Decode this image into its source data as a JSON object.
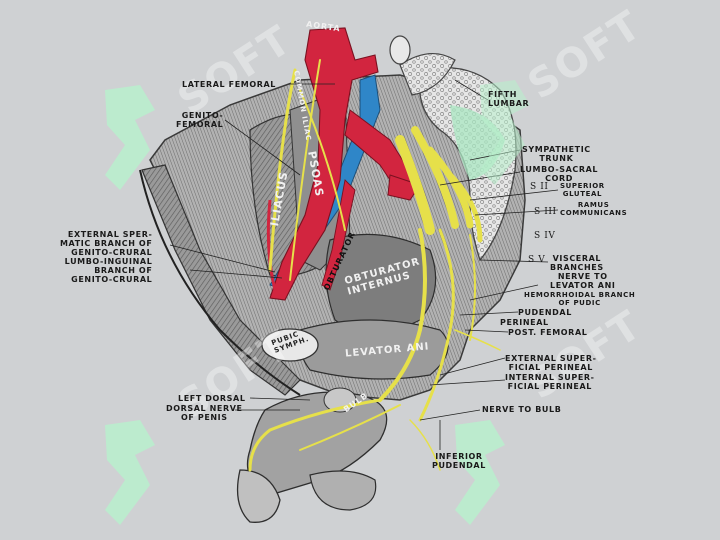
{
  "labels": {
    "lateral_femoral": "LATERAL FEMORAL",
    "genito_femoral_1": "GENITO-",
    "genito_femoral_2": "FEMORAL",
    "ext_sperm_1": "EXTERNAL SPER-",
    "ext_sperm_2": "MATIC BRANCH OF",
    "ext_sperm_3": "GENITO-CRURAL",
    "lumbo_ing_1": "LUMBO-INGUINAL",
    "lumbo_ing_2": "BRANCH OF",
    "lumbo_ing_3": "GENITO-CRURAL",
    "left_dorsal": "LEFT DORSAL",
    "dorsal_nerve_1": "DORSAL NERVE",
    "dorsal_nerve_2": "OF PENIS",
    "fifth_lumbar_1": "FIFTH",
    "fifth_lumbar_2": "LUMBAR",
    "sympathetic_1": "SYMPATHETIC",
    "sympathetic_2": "TRUNK",
    "lumbosacral_1": "LUMBO-SACRAL",
    "lumbosacral_2": "CORD",
    "superior_gluteal_1": "SUPERIOR",
    "superior_gluteal_2": "GLUTEAL",
    "ramus_1": "RAMUS",
    "ramus_2": "COMMUNICANS",
    "visceral_1": "VISCERAL",
    "visceral_2": "BRANCHES",
    "nerve_levator_1": "NERVE TO",
    "nerve_levator_2": "LEVATOR ANI",
    "hemorrhoidal_1": "HEMORRHOIDAL BRANCH",
    "hemorrhoidal_2": "OF PUDIC",
    "pudendal": "PUDENDAL",
    "perineal": "PERINEAL",
    "post_femoral": "POST. FEMORAL",
    "ext_superficial_1": "EXTERNAL SUPER-",
    "ext_superficial_2": "FICIAL PERINEAL",
    "int_superficial_1": "INTERNAL SUPER-",
    "int_superficial_2": "FICIAL PERINEAL",
    "nerve_bulb": "NERVE TO BULB",
    "inferior_pudendal_1": "INFERIOR",
    "inferior_pudendal_2": "PUDENDAL",
    "s2": "S II",
    "s3": "S III",
    "s4": "S IV",
    "s5": "S V"
  },
  "in_figure": {
    "aorta": "AORTA",
    "common_iliac": "COMMON ILIAC",
    "iliacus": "ILIACUS",
    "psoas": "PSOAS",
    "obturator": "OBTURATOR",
    "obturator_internus_1": "OBTURATOR",
    "obturator_internus_2": "INTERNUS",
    "levator_ani": "LEVATOR ANI",
    "pubic_1": "PUBIC",
    "pubic_2": "SYMPH.",
    "bulb": "BULB"
  },
  "watermark": {
    "text": "SOFT",
    "color": "#b8f0cc"
  },
  "colors": {
    "artery": "#d2253f",
    "vein": "#2f86c8",
    "nerve": "#e6e04a",
    "tissue": "#7c7c7c",
    "bone": "#e4e4e4"
  }
}
